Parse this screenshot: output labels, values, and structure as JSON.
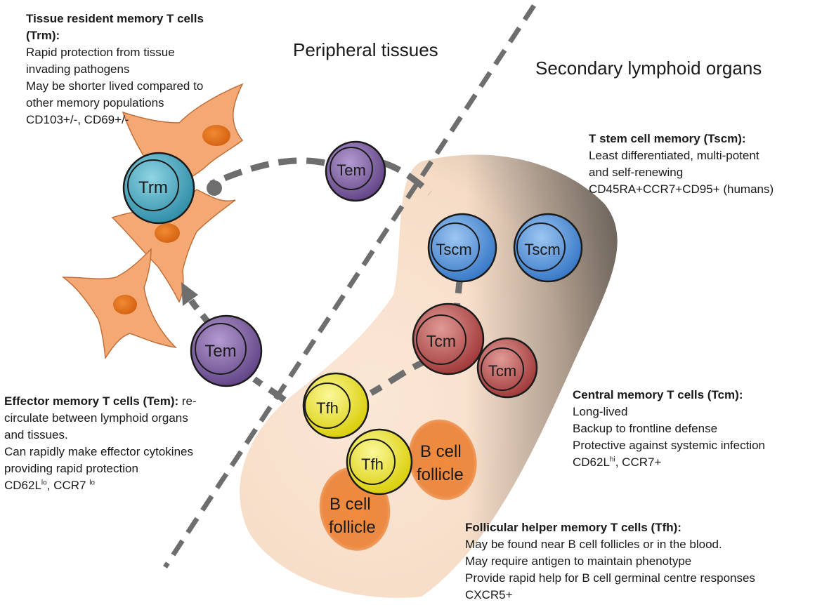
{
  "regions": {
    "peripheral": "Peripheral tissues",
    "lymphoid": "Secondary lymphoid organs"
  },
  "cells": {
    "trm": "Trm",
    "tem_top": "Tem",
    "tem_left": "Tem",
    "tscm_1": "Tscm",
    "tscm_2": "Tscm",
    "tcm_1": "Tcm",
    "tcm_2": "Tcm",
    "tfh_1": "Tfh",
    "tfh_2": "Tfh"
  },
  "follicles": {
    "right": [
      "B cell",
      "follicle"
    ],
    "left": [
      "B cell",
      "follicle"
    ]
  },
  "descriptions": {
    "trm": {
      "title": "Tissue resident memory T cells",
      "title2": "(Trm):",
      "lines": [
        "Rapid protection from tissue",
        "invading pathogens",
        "May be shorter lived compared to",
        "other memory populations",
        "CD103+/-, CD69+/-"
      ]
    },
    "tscm": {
      "title": "T stem cell memory (Tscm):",
      "lines": [
        "Least differentiated, multi-potent",
        "and self-renewing",
        "CD45RA+CCR7+CD95+ (humans)"
      ]
    },
    "tem": {
      "title": "Effector memory T cells (Tem):",
      "title_tail": " re-",
      "lines": [
        "circulate between lymphoid organs",
        "and tissues.",
        "Can rapidly make effector cytokines",
        "providing rapid protection"
      ],
      "marker_a": "CD62L",
      "marker_a_sup": "lo",
      "marker_b": ", CCR7 ",
      "marker_b_sup": "lo"
    },
    "tcm": {
      "title": "Central memory T cells (Tcm):",
      "lines": [
        "Long-lived",
        "Backup to frontline defense",
        "Protective against systemic infection"
      ],
      "marker_a": "CD62L",
      "marker_a_sup": "hi",
      "marker_b": ", CCR7+"
    },
    "tfh": {
      "title": "Follicular helper memory T cells (Tfh):",
      "lines": [
        "May be found near B cell follicles or in the blood.",
        "May require antigen to maintain phenotype",
        "Provide rapid help for B cell germinal centre responses",
        "CXCR5+"
      ]
    }
  },
  "colors": {
    "lymphoid_region": "#f8e0cc",
    "tissue_cell": "#f2a56e",
    "nucleus": "#e0701c",
    "follicle": "#e8782a",
    "trm": "#3aa0b8",
    "tem": "#7a5a9a",
    "tscm": "#4a8cd8",
    "tcm": "#b84a4a",
    "tfh": "#e8e010",
    "dashes": "#6e6e6e"
  }
}
